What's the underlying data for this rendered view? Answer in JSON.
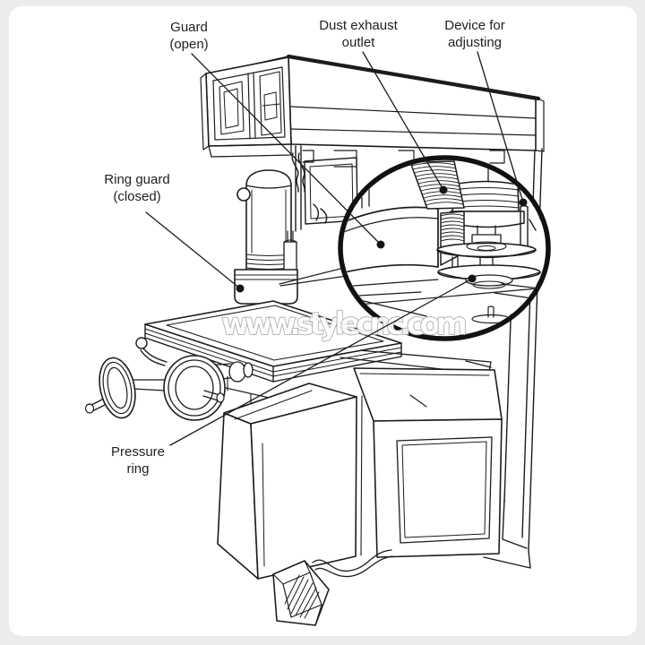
{
  "page": {
    "background_color": "#ececec",
    "card_color": "#ffffff",
    "line_color": "#1c1c1c",
    "dot_color": "#141414"
  },
  "watermark": {
    "text": "www.stylecnc.com",
    "fill": "#ffffff",
    "outline": "#9f9f9f"
  },
  "illustration": {
    "subject": "spindle moulder woodworking machine line drawing with magnified spindle detail",
    "magnifier": "detail lens over spindle area"
  },
  "labels": {
    "guard_open": {
      "line1": "Guard",
      "line2": "(open)"
    },
    "dust_exhaust_outlet": {
      "line1": "Dust exhaust",
      "line2": "outlet"
    },
    "device_for_adjusting": {
      "line1": "Device for",
      "line2": "adjusting"
    },
    "ring_guard_closed": {
      "line1": "Ring guard",
      "line2": "(closed)"
    },
    "pressure_ring": {
      "line1": "Pressure",
      "line2": "ring"
    }
  }
}
